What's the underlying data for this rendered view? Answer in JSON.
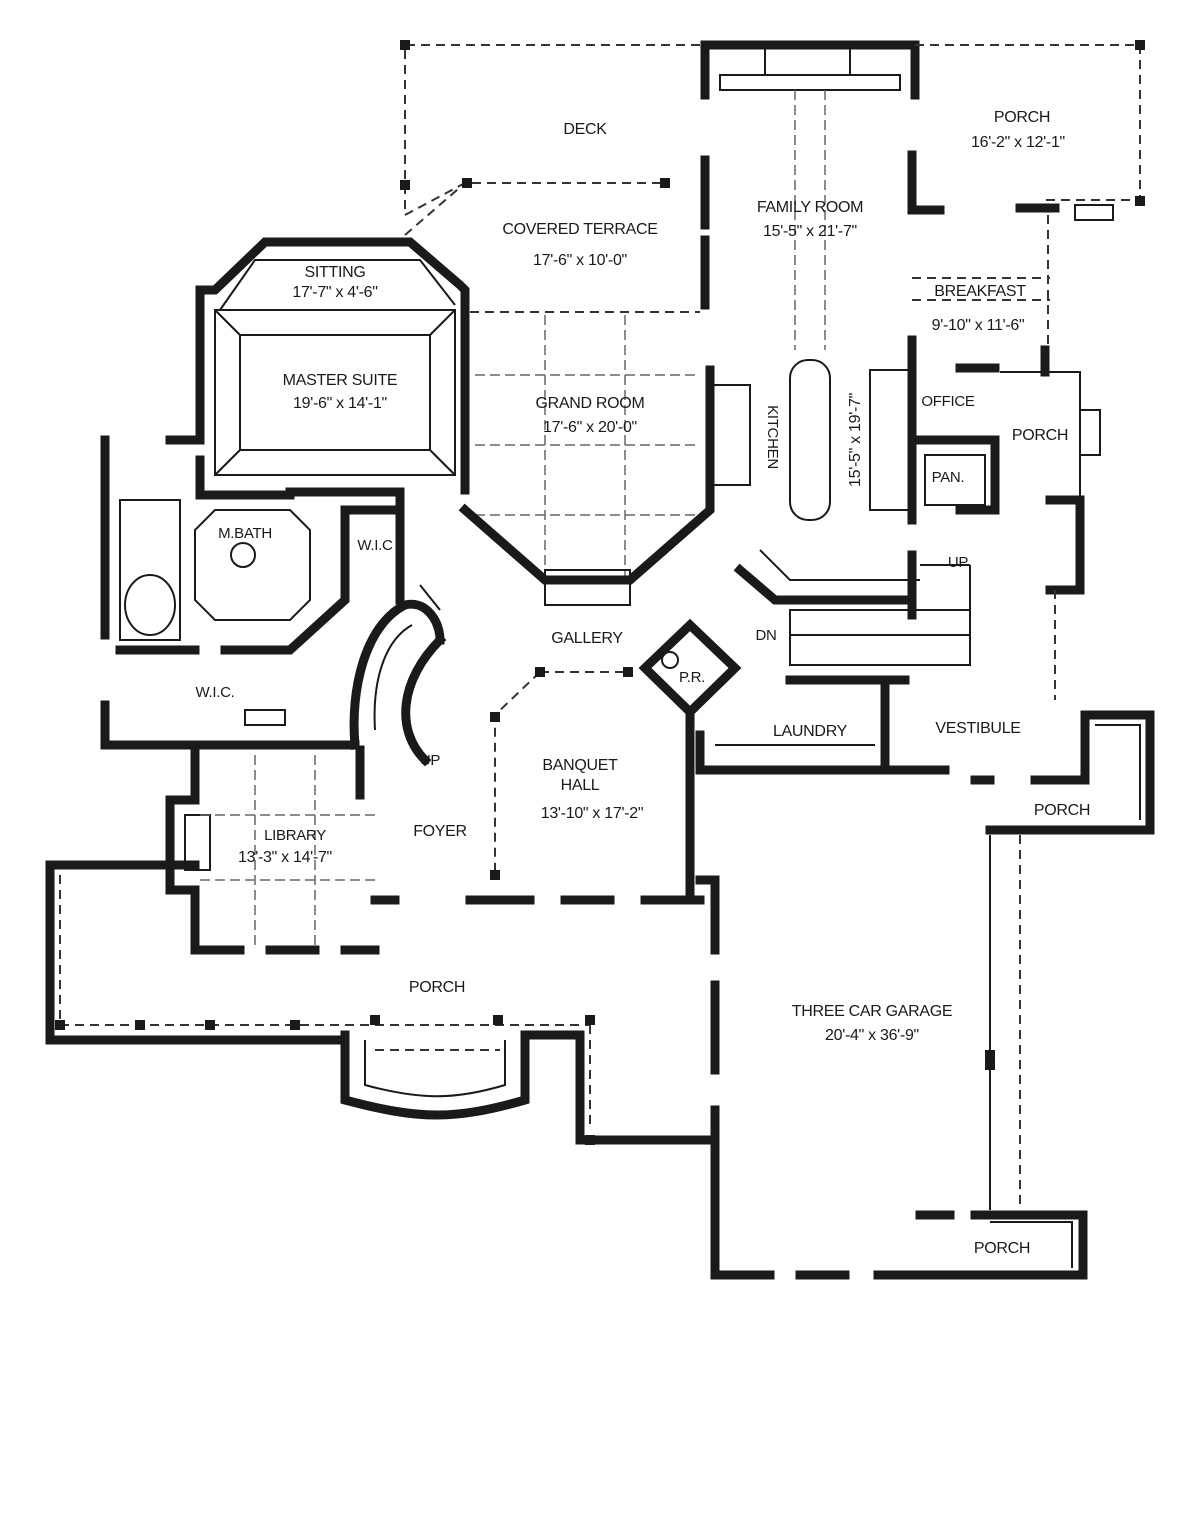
{
  "plan": {
    "rooms": {
      "deck": {
        "name": "DECK"
      },
      "porch_top": {
        "name": "PORCH",
        "dims": "16'-2\" x 12'-1\""
      },
      "family_room": {
        "name": "FAMILY ROOM",
        "dims": "15'-5\" x 21'-7\""
      },
      "covered_terrace": {
        "name": "COVERED TERRACE",
        "dims": "17'-6\" x 10'-0\""
      },
      "sitting": {
        "name": "SITTING",
        "dims": "17'-7\" x 4'-6\""
      },
      "breakfast": {
        "name": "BREAKFAST",
        "dims": "9'-10\" x 11'-6\""
      },
      "master_suite": {
        "name": "MASTER SUITE",
        "dims": "19'-6\" x 14'-1\""
      },
      "grand_room": {
        "name": "GRAND ROOM",
        "dims": "17'-6\" x 20'-0\""
      },
      "kitchen": {
        "name": "KITCHEN",
        "dims": "15'-5\" x 19'-7\""
      },
      "office": {
        "name": "OFFICE"
      },
      "porch_side": {
        "name": "PORCH"
      },
      "pantry": {
        "name": "PAN."
      },
      "master_bath": {
        "name": "M.BATH"
      },
      "wic_upper": {
        "name": "W.I.C"
      },
      "wic_lower": {
        "name": "W.I.C."
      },
      "gallery": {
        "name": "GALLERY"
      },
      "powder_room": {
        "name": "P.R."
      },
      "laundry": {
        "name": "LAUNDRY"
      },
      "vestibule": {
        "name": "VESTIBULE"
      },
      "porch_vestibule": {
        "name": "PORCH"
      },
      "banquet_hall": {
        "name": "BANQUET",
        "name2": "HALL",
        "dims": "13'-10\" x 17'-2\""
      },
      "foyer": {
        "name": "FOYER"
      },
      "library": {
        "name": "LIBRARY",
        "dims": "13'-3\" x 14'-7\""
      },
      "porch_front": {
        "name": "PORCH"
      },
      "garage": {
        "name": "THREE CAR GARAGE",
        "dims": "20'-4\" x 36'-9\""
      },
      "porch_garage": {
        "name": "PORCH"
      }
    },
    "stairs": {
      "up_main": "UP",
      "up_rear": "UP",
      "down_rear": "DN"
    }
  }
}
